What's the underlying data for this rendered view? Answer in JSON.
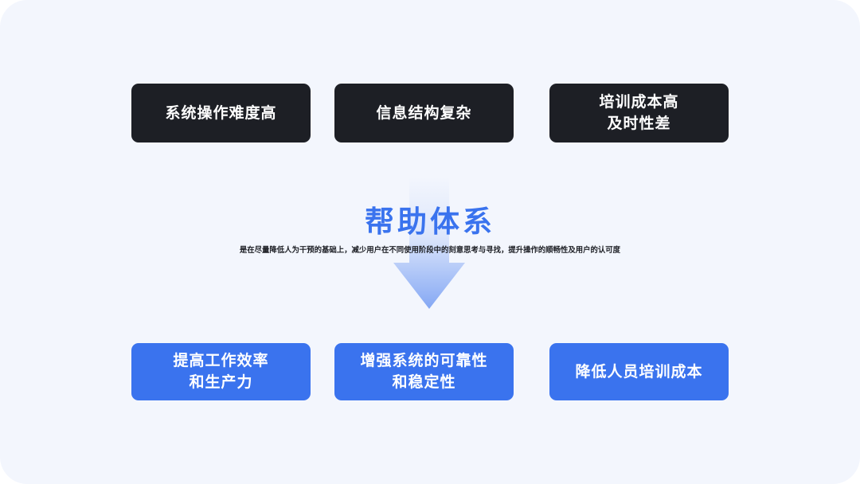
{
  "problems": [
    {
      "label": "系统操作难度高"
    },
    {
      "label": "信息结构复杂"
    },
    {
      "label": "培训成本高\n及时性差"
    }
  ],
  "center": {
    "title": "帮助体系",
    "description": "是在尽量降低人为干预的基础上，减少用户在不同使用阶段中的刻意思考与寻找，提升操作的顺畅性及用户的认可度"
  },
  "benefits": [
    {
      "label": "提高工作效率\n和生产力"
    },
    {
      "label": "增强系统的可靠性\n和稳定性"
    },
    {
      "label": "降低人员培训成本"
    }
  ],
  "colors": {
    "background": "#f3f6fd",
    "dark_card": "#1d1f25",
    "accent_blue": "#3a73ee"
  }
}
